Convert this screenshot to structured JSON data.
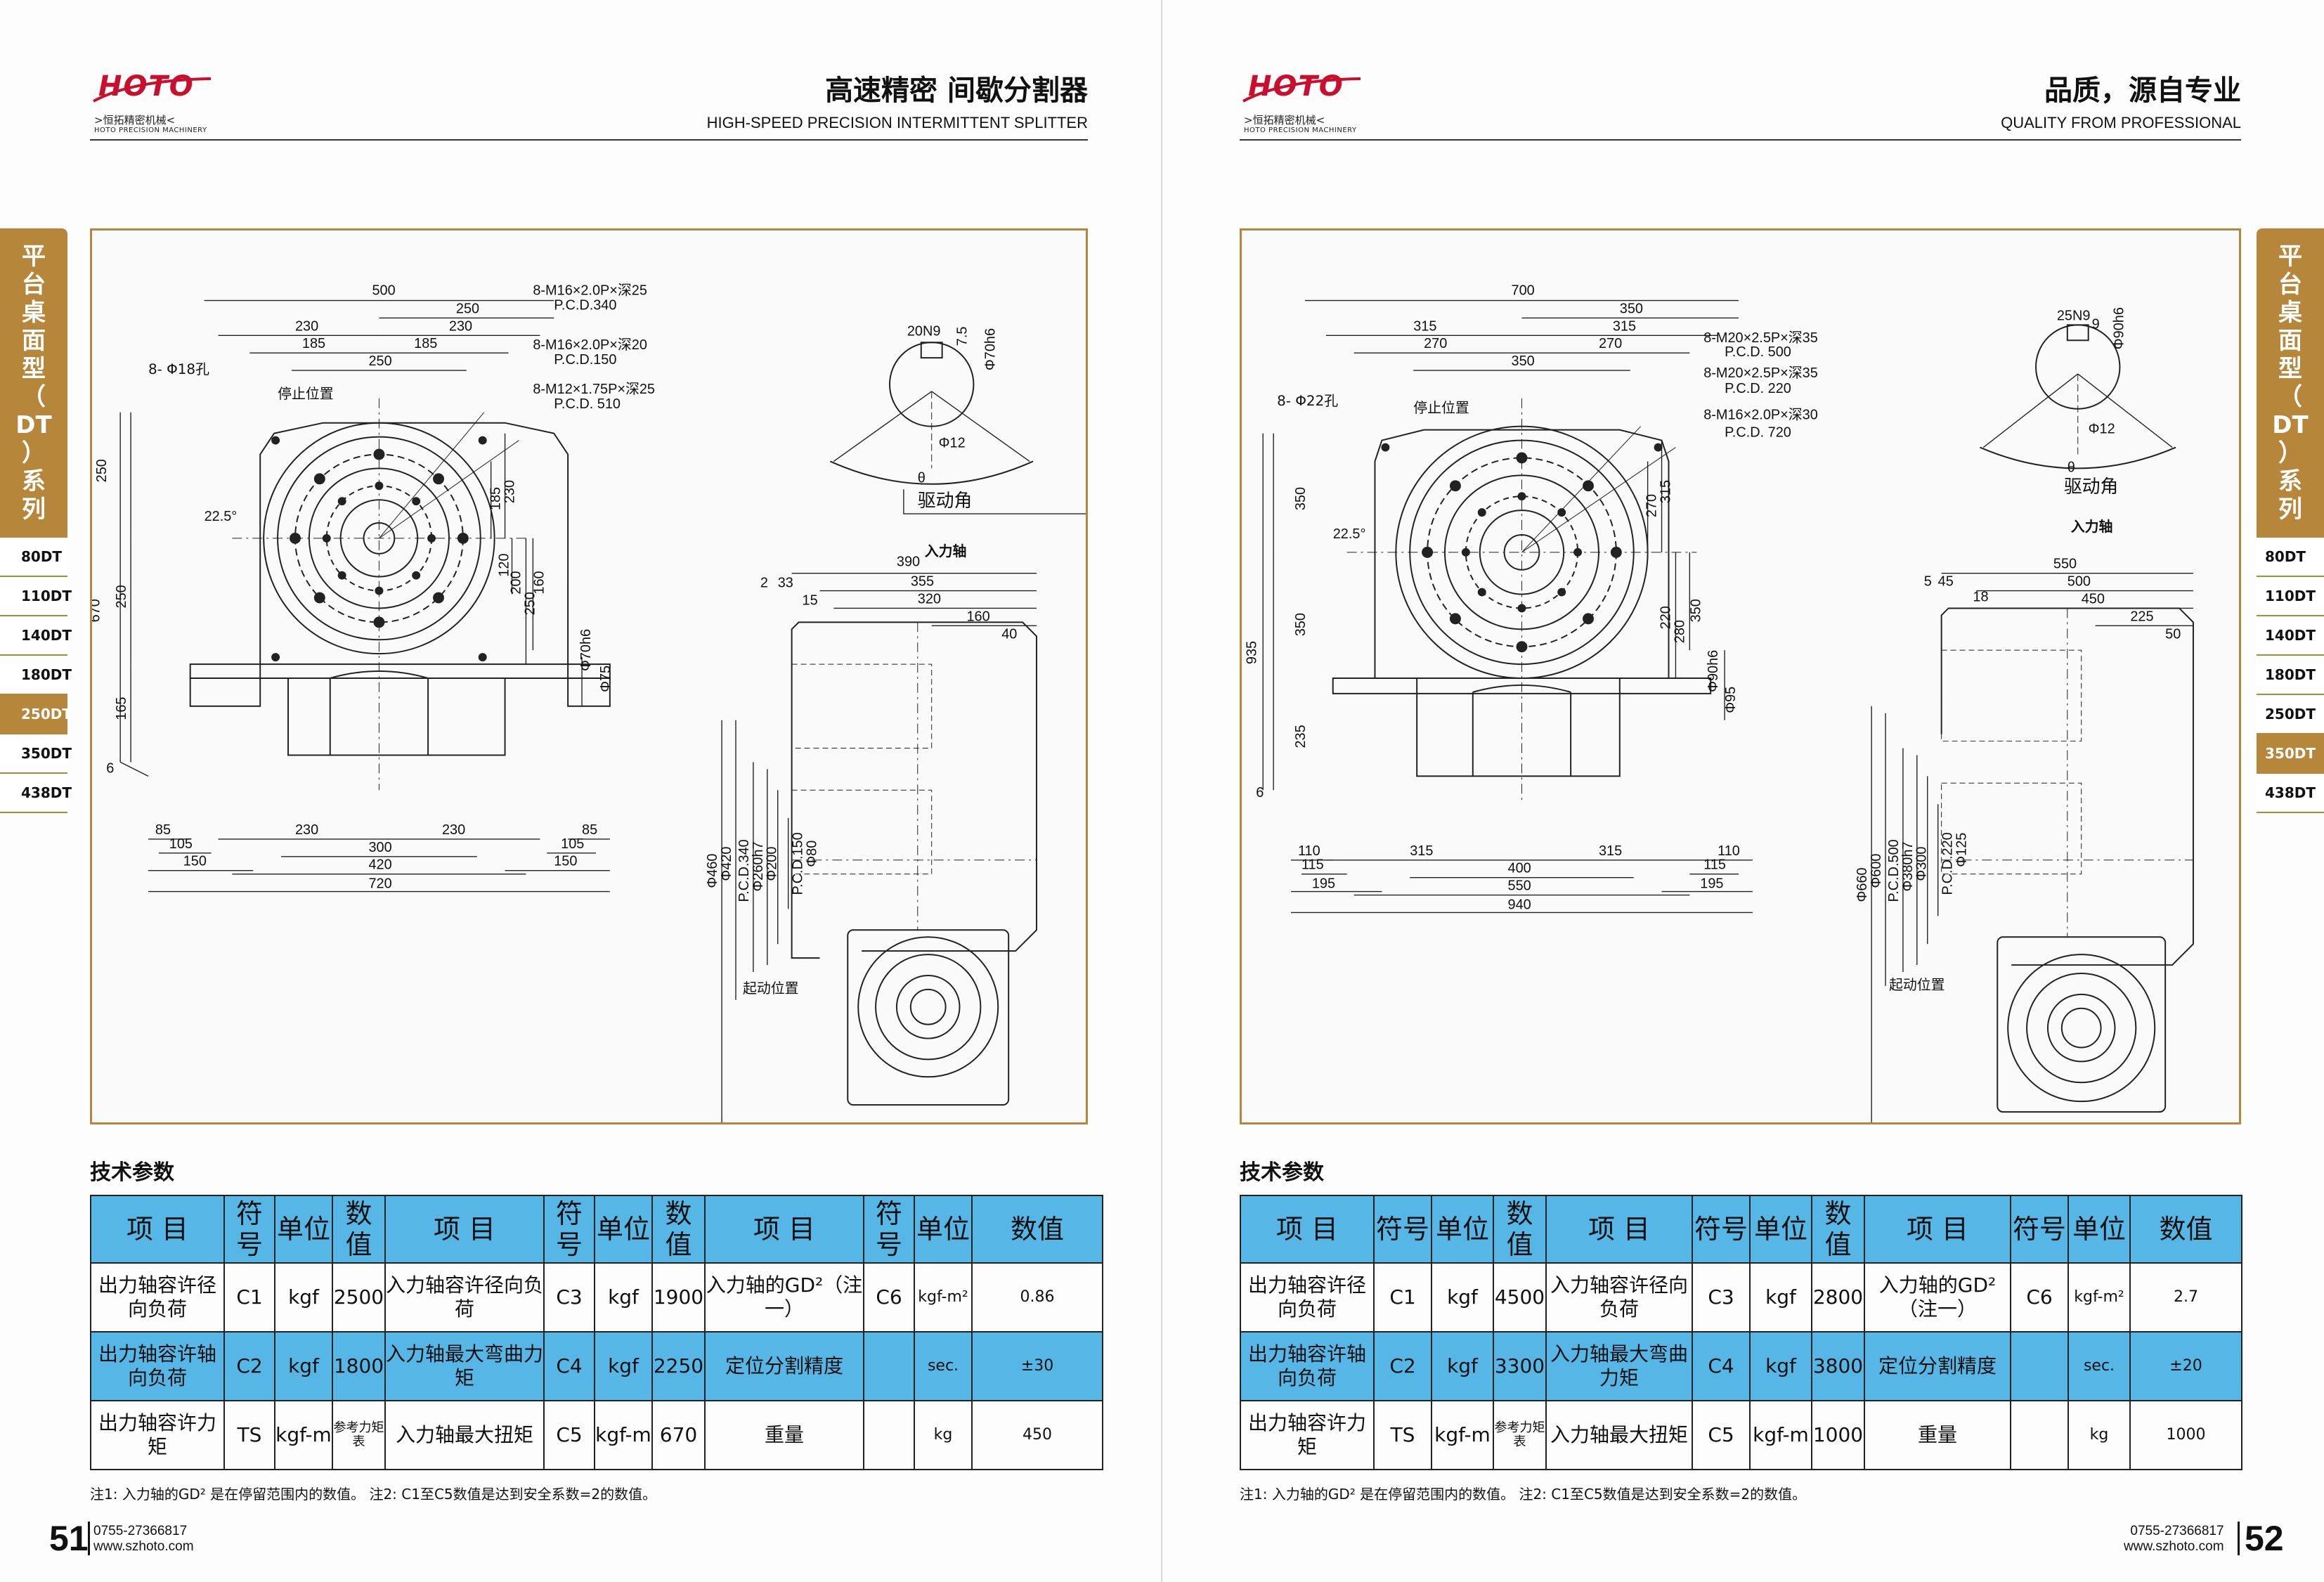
{
  "brand": {
    "logo_text": "HOTO",
    "logo_cn": ">恒拓精密机械<",
    "logo_en": "HOTO PRECISION MACHINERY",
    "accent_color": "#b6863a",
    "table_color": "#56b7e6",
    "logo_color": "#c8102e"
  },
  "left_page": {
    "title": "高速精密 间歇分割器",
    "subtitle": "HIGH-SPEED PRECISION INTERMITTENT SPLITTER",
    "page_number": "51",
    "phone": "0755-27366817",
    "website": "www.szhoto.com",
    "drawing": {
      "top_dims": [
        "500",
        "250",
        "230",
        "230",
        "185",
        "185",
        "250"
      ],
      "holes": "8- Φ18孔",
      "stop_position": "停止位置",
      "angle": "22.5°",
      "thread_notes": [
        "8-M16×2.0P×深25",
        "P.C.D.340",
        "8-M16×2.0P×深20",
        "P.C.D.150",
        "8-M12×1.75P×深25",
        "P.C.D. 510"
      ],
      "left_dims": [
        "250",
        "670",
        "250",
        "165",
        "6"
      ],
      "right_dims": [
        "230",
        "185",
        "250",
        "200",
        "160",
        "120",
        "Φ70h6",
        "Φ75"
      ],
      "bottom_dims": [
        "85",
        "105",
        "150",
        "230",
        "230",
        "300",
        "420",
        "720",
        "85",
        "105",
        "150"
      ],
      "shaft": {
        "key": "20N9",
        "depth": "7.5",
        "dia": "Φ70h6",
        "phi12": "Φ12",
        "theta": "θ",
        "drive_angle": "驱动角",
        "input_shaft": "入力轴"
      },
      "side_dims_top": [
        "390",
        "355",
        "320",
        "160",
        "40",
        "2",
        "33",
        "15"
      ],
      "side_dims_left": [
        "Φ460",
        "Φ420",
        "P.C.D.340",
        "Φ260h7",
        "Φ200",
        "P.C.D.150",
        "Φ80"
      ],
      "start_position": "起动位置"
    }
  },
  "right_page": {
    "title": "品质，源自专业",
    "subtitle": "QUALITY FROM PROFESSIONAL",
    "page_number": "52",
    "phone": "0755-27366817",
    "website": "www.szhoto.com",
    "drawing": {
      "top_dims": [
        "700",
        "350",
        "315",
        "315",
        "270",
        "270",
        "350"
      ],
      "holes": "8- Φ22孔",
      "stop_position": "停止位置",
      "angle": "22.5°",
      "thread_notes": [
        "8-M20×2.5P×深35",
        "P.C.D. 500",
        "8-M20×2.5P×深35",
        "P.C.D. 220",
        "8-M16×2.0P×深30",
        "P.C.D. 720"
      ],
      "left_dims": [
        "350",
        "935",
        "350",
        "235",
        "6"
      ],
      "right_dims": [
        "315",
        "270",
        "350",
        "220",
        "280",
        "Φ90h6",
        "Φ95"
      ],
      "bottom_dims": [
        "110",
        "115",
        "195",
        "315",
        "315",
        "400",
        "550",
        "940",
        "110",
        "115",
        "195"
      ],
      "shaft": {
        "key": "25N9",
        "depth": "9",
        "dia": "Φ90h6",
        "phi12": "Φ12",
        "theta": "θ",
        "drive_angle": "驱动角",
        "input_shaft": "入力轴"
      },
      "side_dims_top": [
        "550",
        "500",
        "450",
        "225",
        "50",
        "5",
        "45",
        "18"
      ],
      "side_dims_left": [
        "Φ660",
        "Φ600",
        "P.C.D.500",
        "Φ380h7",
        "Φ300",
        "P.C.D.220",
        "Φ125"
      ],
      "start_position": "起动位置"
    }
  },
  "tabs": {
    "series": "平台桌面型（DT）系列",
    "items": [
      "80DT",
      "110DT",
      "140DT",
      "180DT",
      "250DT",
      "350DT",
      "438DT"
    ],
    "left_active": "250DT",
    "right_active": "350DT"
  },
  "spec": {
    "section_title": "技术参数",
    "headers": [
      "项 目",
      "符号",
      "单位",
      "数值",
      "项 目",
      "符号",
      "单位",
      "数值",
      "项 目",
      "符号",
      "单位",
      "数值"
    ],
    "left_rows": [
      [
        "出力轴容许径向负荷",
        "C1",
        "kgf",
        "2500",
        "入力轴容许径向负荷",
        "C3",
        "kgf",
        "1900",
        "入力轴的GD²（注一）",
        "C6",
        "kgf-m²",
        "0.86"
      ],
      [
        "出力轴容许轴向负荷",
        "C2",
        "kgf",
        "1800",
        "入力轴最大弯曲力矩",
        "C4",
        "kgf",
        "2250",
        "定位分割精度",
        "",
        "sec.",
        "±30"
      ],
      [
        "出力轴容许力矩",
        "TS",
        "kgf-m",
        "参考力矩表",
        "入力轴最大扭矩",
        "C5",
        "kgf-m",
        "670",
        "重量",
        "",
        "kg",
        "450"
      ]
    ],
    "right_rows": [
      [
        "出力轴容许径向负荷",
        "C1",
        "kgf",
        "4500",
        "入力轴容许径向负荷",
        "C3",
        "kgf",
        "2800",
        "入力轴的GD²（注一）",
        "C6",
        "kgf-m²",
        "2.7"
      ],
      [
        "出力轴容许轴向负荷",
        "C2",
        "kgf",
        "3300",
        "入力轴最大弯曲力矩",
        "C4",
        "kgf",
        "3800",
        "定位分割精度",
        "",
        "sec.",
        "±20"
      ],
      [
        "出力轴容许力矩",
        "TS",
        "kgf-m",
        "参考力矩表",
        "入力轴最大扭矩",
        "C5",
        "kgf-m",
        "1000",
        "重量",
        "",
        "kg",
        "1000"
      ]
    ],
    "note": "注1: 入力轴的GD² 是在停留范围内的数值。 注2: C1至C5数值是达到安全系数=2的数值。"
  }
}
